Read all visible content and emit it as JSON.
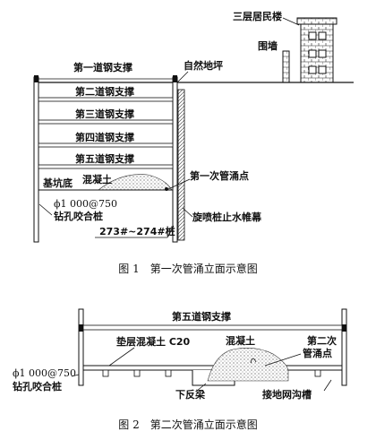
{
  "figure1": {
    "residential_building": "三层居民楼",
    "enclosure_wall": "围墙",
    "ground_level": "自然地坪",
    "struts": [
      "第一道钢支撑",
      "第二道钢支撑",
      "第三道钢支撑",
      "第四道钢支撑",
      "第五道钢支撑"
    ],
    "pit_bottom": "基坑底",
    "concrete": "混凝土",
    "first_surge_point": "第一次管涌点",
    "pile_spec": "ϕ1 000@750",
    "pile_type": "钻孔咬合桩",
    "pile_numbers": "273#~274#桩",
    "jet_grout_curtain": "旋喷桩止水帷幕",
    "caption": "图 1　第一次管涌立面示意图"
  },
  "figure2": {
    "fifth_strut": "第五道钢支撑",
    "cushion_concrete": "垫层混凝土 C20",
    "concrete": "混凝土",
    "second_surge_point_line1": "第二次",
    "second_surge_point_line2": "管涌点",
    "pile_spec": "ϕ1 000@750",
    "pile_type": "钻孔咬合桩",
    "inverted_beam": "下反梁",
    "ground_grid_trench": "接地网沟槽",
    "caption": "图 2　第二次管涌立面示意图"
  }
}
